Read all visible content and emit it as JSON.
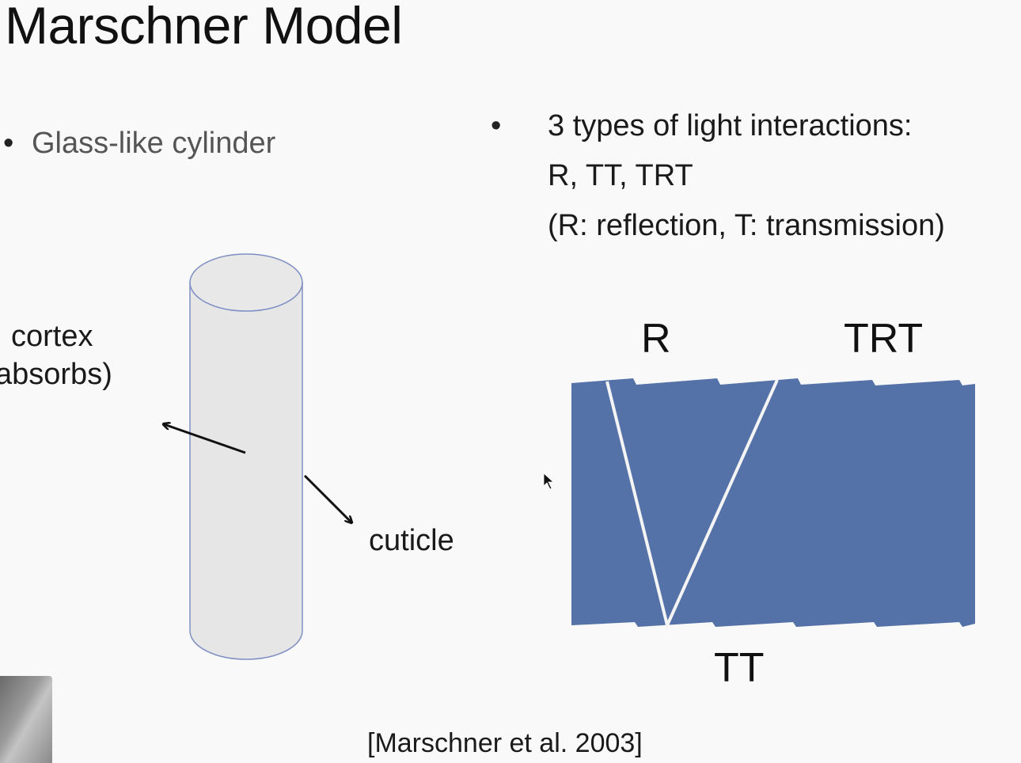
{
  "slide": {
    "title": "Marschner Model",
    "left_bullet": "Glass-like cylinder",
    "right_bullet": {
      "line1": "3 types of light interactions:",
      "line2": "R, TT, TRT",
      "line3": "(R: reflection, T: transmission)"
    },
    "labels": {
      "cortex": "cortex",
      "absorbs": "absorbs)",
      "cuticle": "cuticle"
    },
    "diagram_labels": {
      "r": "R",
      "trt": "TRT",
      "tt": "TT"
    },
    "citation": "[Marschner et al. 2003]",
    "bullet_glyph": "•"
  },
  "colors": {
    "cylinder_fill": "#e6e6e6",
    "cylinder_stroke": "#7f8fc4",
    "hair_fill": "#5572a8",
    "light_path": "#f4f4f4",
    "arrow": "#111111"
  },
  "icons": {
    "cursor": "mouse-pointer-icon"
  }
}
